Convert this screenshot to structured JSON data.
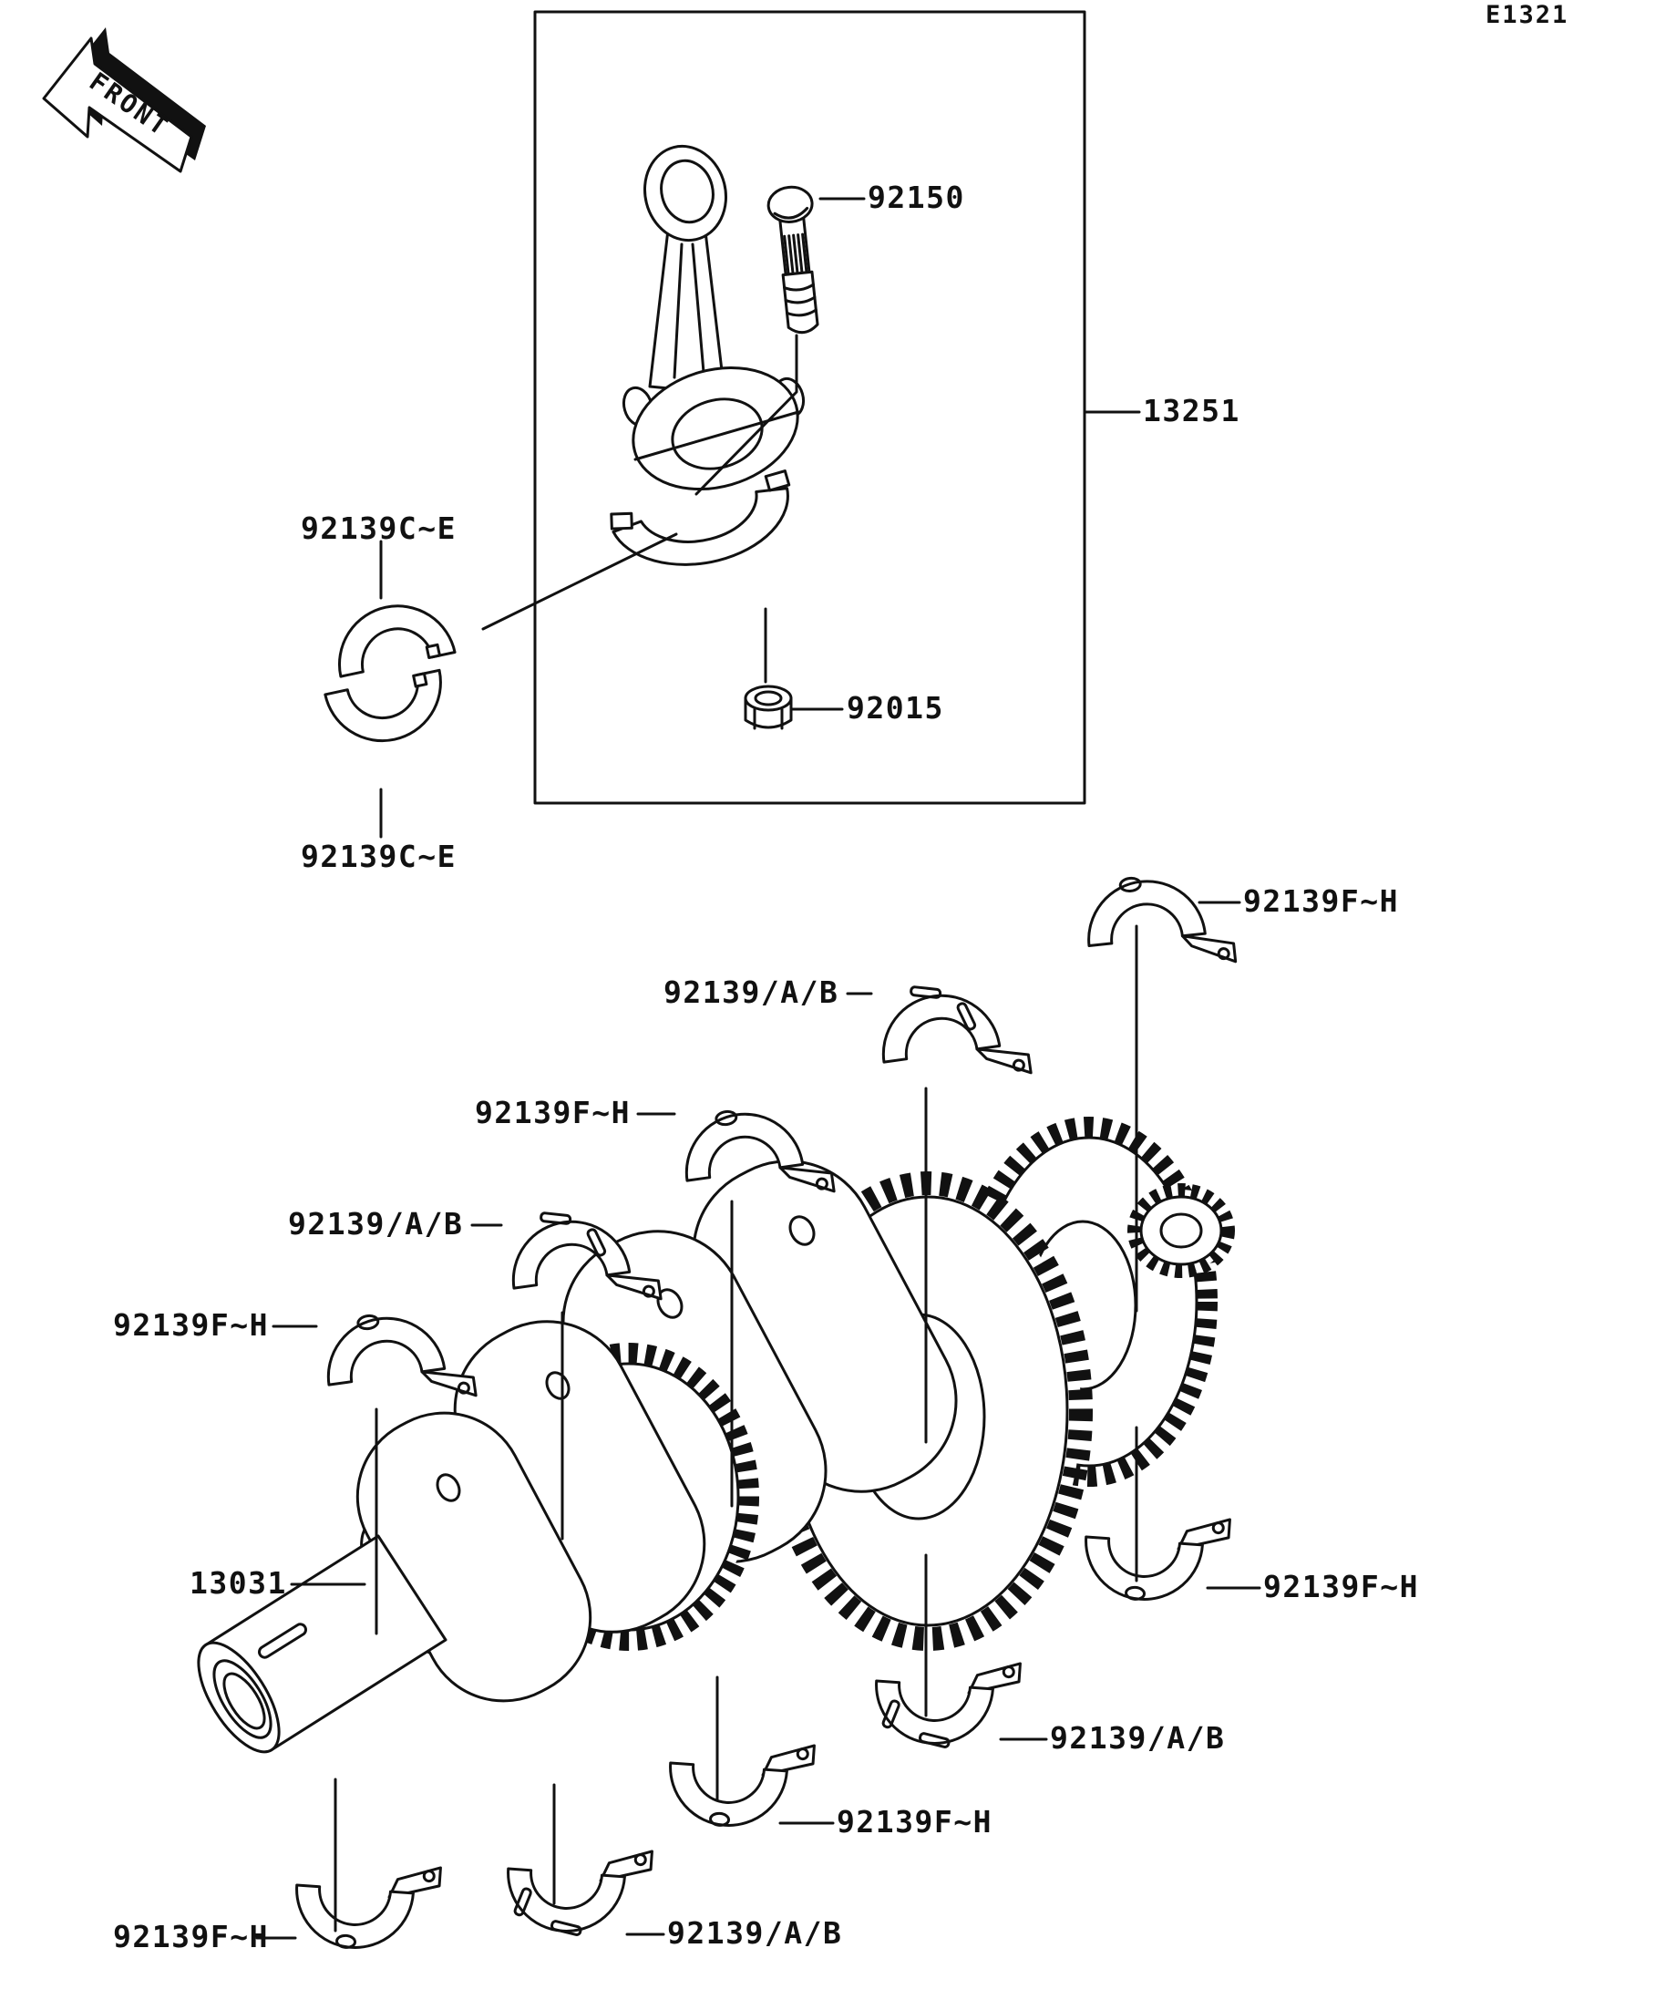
{
  "doc": {
    "page_code": "E1321",
    "front_label": "FRONT"
  },
  "callouts": [
    {
      "id": "rod-bolt",
      "text": "92150"
    },
    {
      "id": "connecting-rod-kit",
      "text": "13251"
    },
    {
      "id": "rod-nut",
      "text": "92015"
    },
    {
      "id": "conrod-bearing-upper",
      "text": "92139C~E"
    },
    {
      "id": "conrod-bearing-lower",
      "text": "92139C~E"
    },
    {
      "id": "main-bearing-fh-1",
      "text": "92139F~H"
    },
    {
      "id": "main-bearing-ab-1",
      "text": "92139/A/B"
    },
    {
      "id": "main-bearing-fh-2",
      "text": "92139F~H"
    },
    {
      "id": "main-bearing-ab-2",
      "text": "92139/A/B"
    },
    {
      "id": "main-bearing-fh-3",
      "text": "92139F~H"
    },
    {
      "id": "crankshaft",
      "text": "13031"
    },
    {
      "id": "main-bearing-fh-4",
      "text": "92139F~H"
    },
    {
      "id": "main-bearing-ab-3",
      "text": "92139/A/B"
    },
    {
      "id": "main-bearing-fh-5",
      "text": "92139F~H"
    },
    {
      "id": "main-bearing-ab-4",
      "text": "92139/A/B"
    },
    {
      "id": "main-bearing-fh-6",
      "text": "92139F~H"
    }
  ]
}
